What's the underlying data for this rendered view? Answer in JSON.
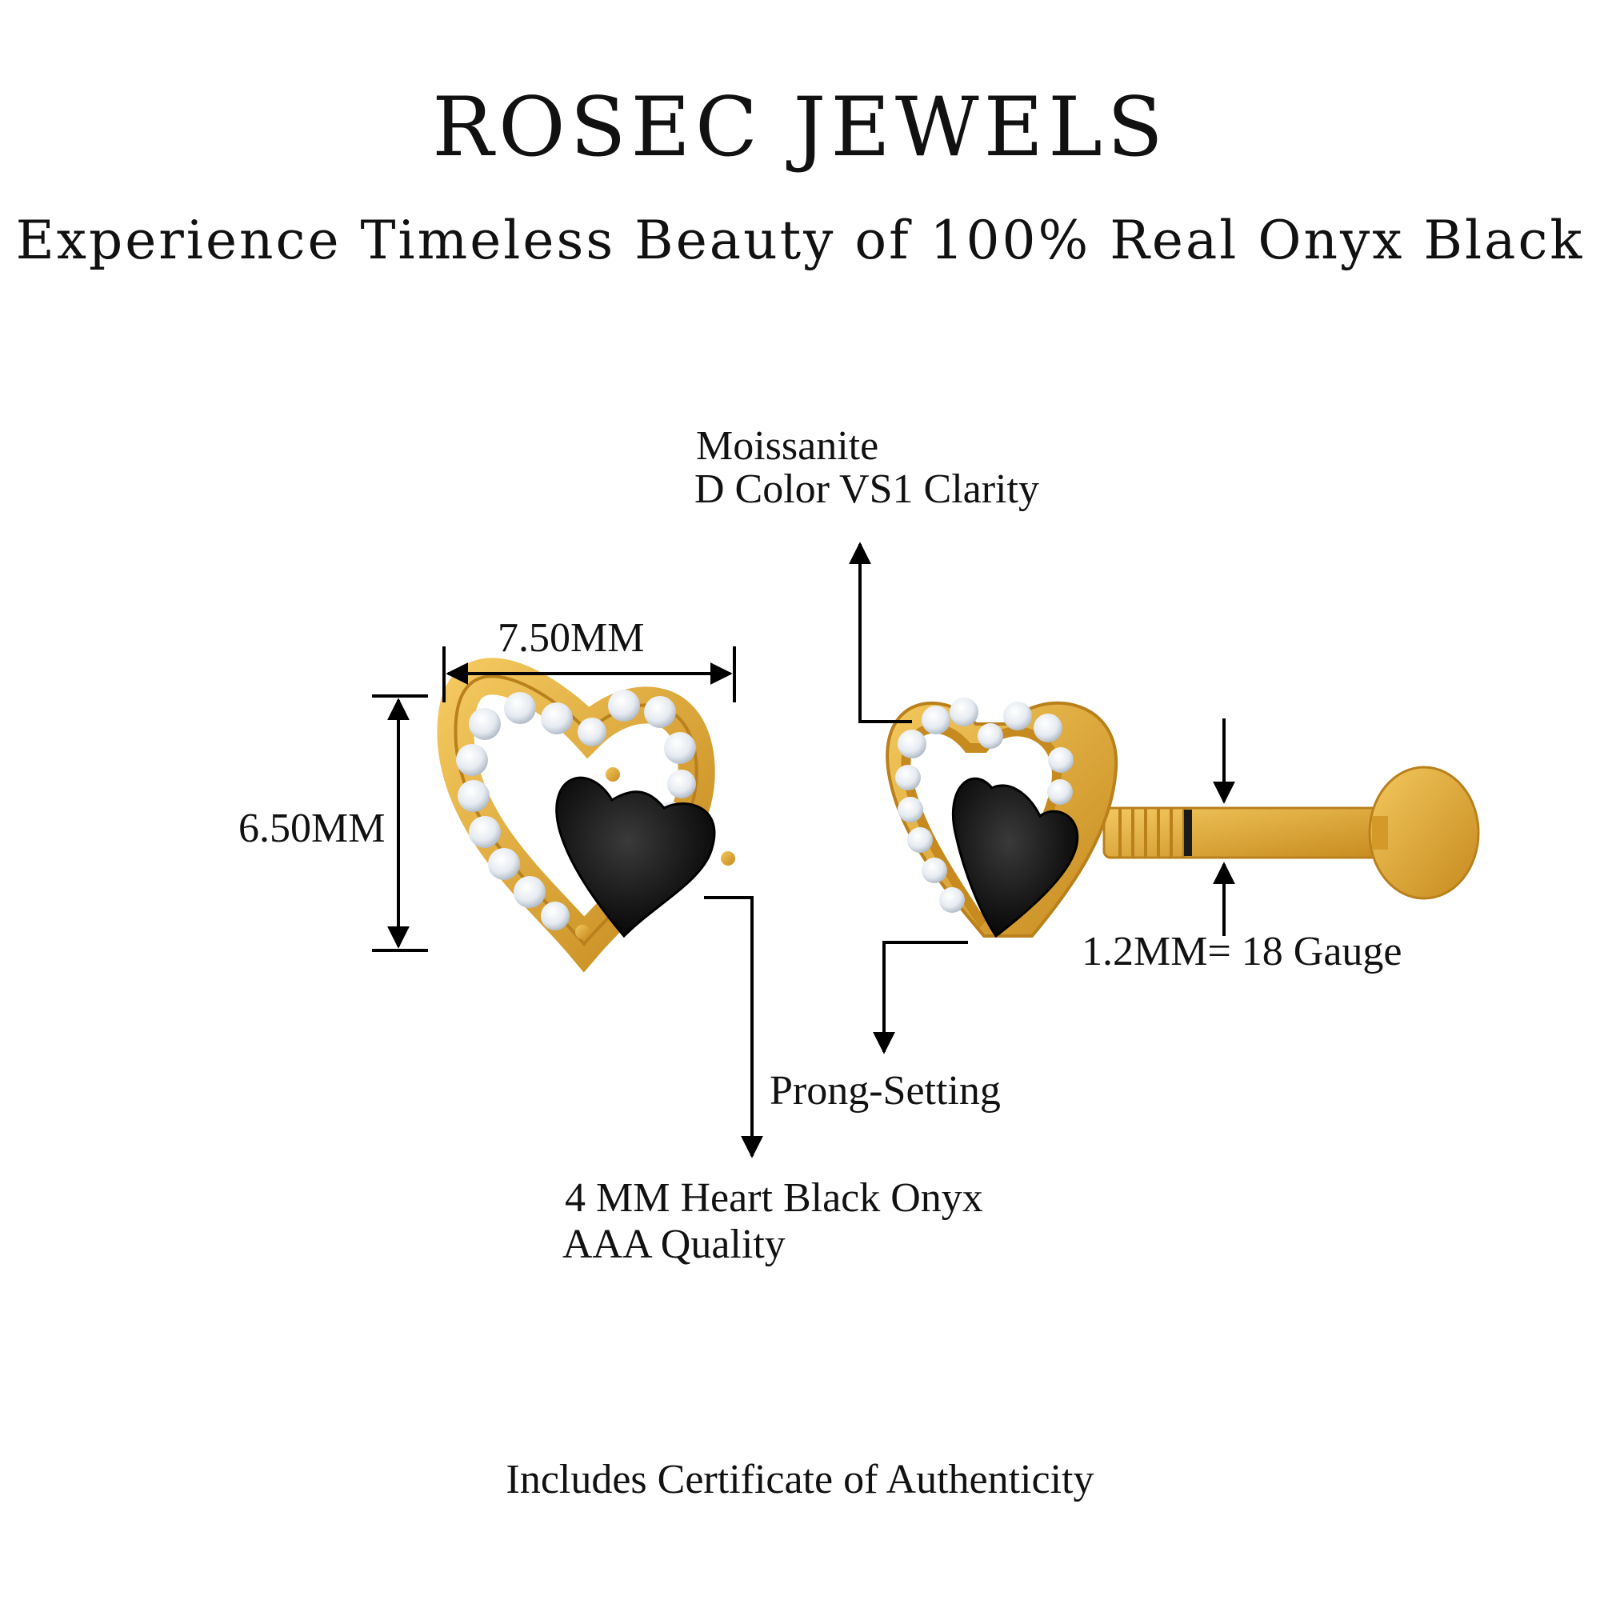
{
  "header": {
    "brand": "ROSEC JEWELS",
    "tagline": "Experience Timeless Beauty of 100% Real Onyx Black"
  },
  "dimensions": {
    "width": "7.50MM",
    "height": "6.50MM"
  },
  "callouts": {
    "moissanite_line1": "Moissanite",
    "moissanite_line2": "D Color VS1 Clarity",
    "setting": "Prong-Setting",
    "gauge": "1.2MM= 18 Gauge",
    "center_stone_line1": "4 MM Heart Black Onyx",
    "center_stone_line2": "AAA Quality"
  },
  "footer": {
    "note": "Includes Certificate of Authenticity"
  },
  "colors": {
    "gold": "#E3AE3E",
    "gold_dark": "#C68A1E",
    "onyx": "#111111",
    "stone": "#EEF2F6"
  }
}
